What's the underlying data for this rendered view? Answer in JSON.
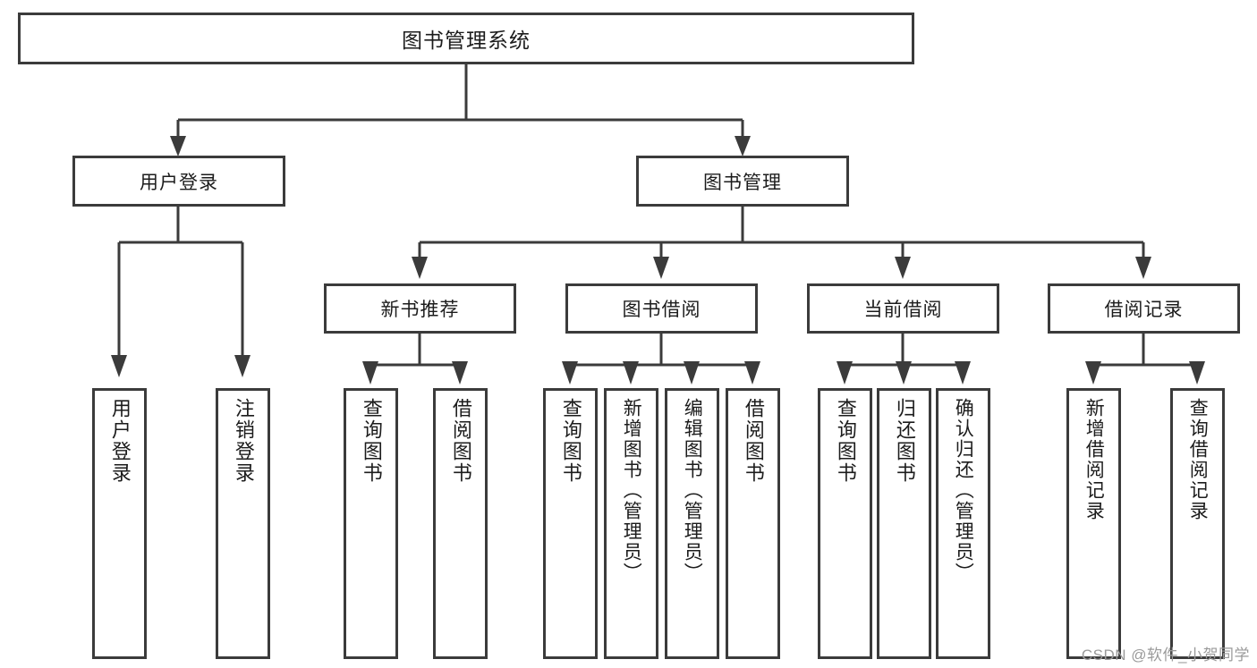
{
  "diagram": {
    "type": "tree",
    "title": "图书管理系统",
    "orientation": "top-down",
    "colors": {
      "stroke": "#3b3b3b",
      "fill": "#ffffff",
      "text": "#1c1c1c",
      "watermark": "#9a9a9a"
    },
    "root": {
      "id": "root",
      "label": "图书管理系统"
    },
    "level1": [
      {
        "id": "user-login",
        "label": "用户登录"
      },
      {
        "id": "book-manage",
        "label": "图书管理"
      }
    ],
    "level2": [
      {
        "id": "new-book-recommend",
        "label": "新书推荐",
        "parent": "book-manage"
      },
      {
        "id": "book-borrow",
        "label": "图书借阅",
        "parent": "book-manage"
      },
      {
        "id": "current-borrow",
        "label": "当前借阅",
        "parent": "book-manage"
      },
      {
        "id": "borrow-record",
        "label": "借阅记录",
        "parent": "book-manage"
      }
    ],
    "leaves": [
      {
        "id": "leaf-user-login",
        "label": "用户登录",
        "parent": "user-login"
      },
      {
        "id": "leaf-logout-login",
        "label": "注销登录",
        "parent": "user-login"
      },
      {
        "id": "leaf-query-book-1",
        "label": "查询图书",
        "parent": "new-book-recommend"
      },
      {
        "id": "leaf-borrow-book-1",
        "label": "借阅图书",
        "parent": "new-book-recommend"
      },
      {
        "id": "leaf-query-book-2",
        "label": "查询图书",
        "parent": "book-borrow"
      },
      {
        "id": "leaf-add-book",
        "label": "新增图书（管理员）",
        "parent": "book-borrow"
      },
      {
        "id": "leaf-edit-book",
        "label": "编辑图书（管理员）",
        "parent": "book-borrow"
      },
      {
        "id": "leaf-borrow-book-2",
        "label": "借阅图书",
        "parent": "book-borrow"
      },
      {
        "id": "leaf-query-book-3",
        "label": "查询图书",
        "parent": "current-borrow"
      },
      {
        "id": "leaf-return-book",
        "label": "归还图书",
        "parent": "current-borrow"
      },
      {
        "id": "leaf-confirm-return",
        "label": "确认归还（管理员）",
        "parent": "current-borrow"
      },
      {
        "id": "leaf-add-record",
        "label": "新增借阅记录",
        "parent": "borrow-record"
      },
      {
        "id": "leaf-query-record",
        "label": "查询借阅记录",
        "parent": "borrow-record"
      }
    ]
  },
  "watermark": {
    "text": "CSDN @软件_小贺同学"
  }
}
